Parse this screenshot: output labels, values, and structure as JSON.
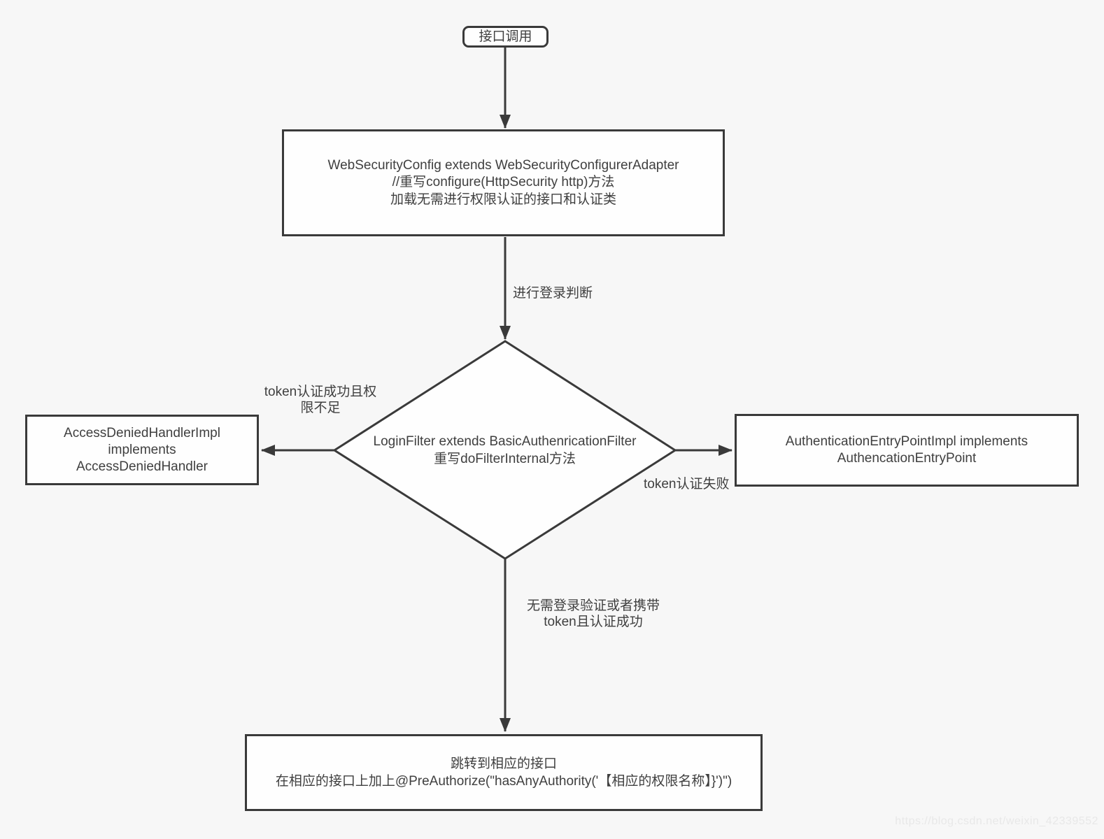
{
  "page": {
    "background_color": "#f7f7f7",
    "shape_stroke_color": "#3a3a3a",
    "shape_fill_color": "#fefefe",
    "text_color": "#3f3f3f",
    "watermark_color": "#e8e8e8"
  },
  "diagram": {
    "type": "flowchart",
    "nodes": {
      "start": {
        "label": "接口调用"
      },
      "config": {
        "lines": [
          "WebSecurityConfig extends WebSecurityConfigurerAdapter",
          "//重写configure(HttpSecurity http)方法",
          "加载无需进行权限认证的接口和认证类"
        ]
      },
      "decision": {
        "lines": [
          "LoginFilter extends BasicAuthenricationFilter",
          "重写doFilterInternal方法"
        ]
      },
      "access_denied": {
        "lines": [
          "AccessDeniedHandlerImpl",
          "implements",
          "AccessDeniedHandler"
        ]
      },
      "entry_point": {
        "lines": [
          "AuthenticationEntryPointImpl implements",
          "AuthencationEntryPoint"
        ]
      },
      "endpoint": {
        "lines": [
          "跳转到相应的接口",
          "在相应的接口上加上@PreAuthorize(\"hasAnyAuthority('【相应的权限名称】}')\")"
        ]
      }
    },
    "edge_labels": {
      "login_check": {
        "label": "进行登录判断"
      },
      "token_ok_no_permission": {
        "lines": [
          "token认证成功且权",
          "限不足"
        ]
      },
      "token_fail": {
        "label": "token认证失败"
      },
      "no_login_or_token_ok": {
        "lines": [
          "无需登录验证或者携带",
          "token且认证成功"
        ]
      }
    }
  },
  "watermark": {
    "text": "https://blog.csdn.net/weixin_42339552"
  }
}
